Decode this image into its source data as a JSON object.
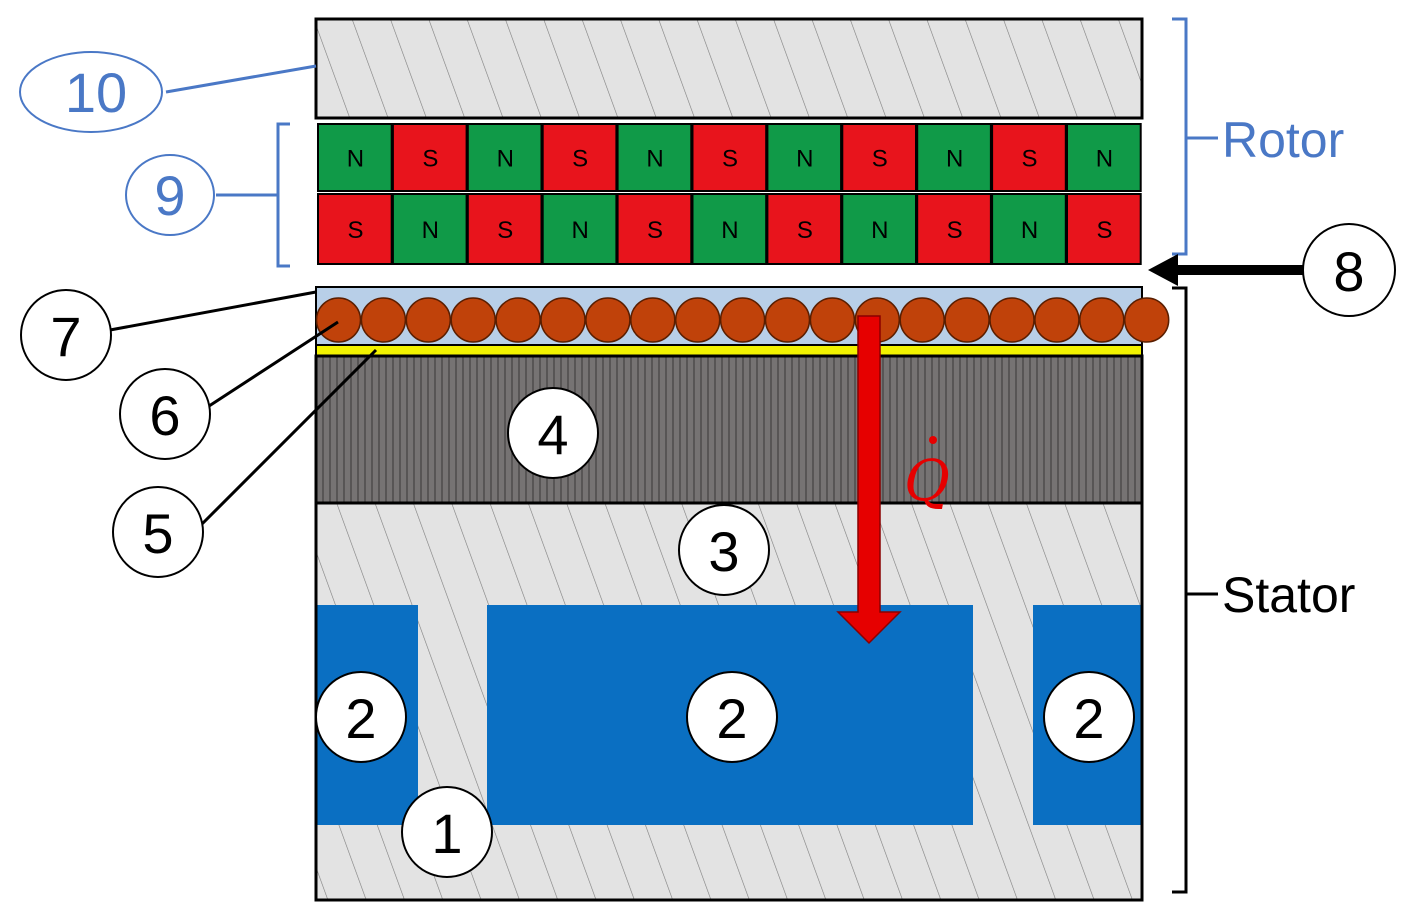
{
  "labels": {
    "rotor": "Rotor",
    "stator": "Stator",
    "heat_flux": "Q",
    "n10": "10",
    "n9": "9",
    "n8": "8",
    "n7": "7",
    "n6": "6",
    "n5": "5",
    "n4": "4",
    "n3": "3",
    "n2a": "2",
    "n2b": "2",
    "n2c": "2",
    "n1": "1"
  },
  "magnets": {
    "top_row": [
      "N",
      "S",
      "N",
      "S",
      "N",
      "S",
      "N",
      "S",
      "N",
      "S",
      "N"
    ],
    "bottom_row": [
      "S",
      "N",
      "S",
      "N",
      "S",
      "N",
      "S",
      "N",
      "S",
      "N",
      "S"
    ]
  },
  "colors": {
    "magnet_N": "#109a48",
    "magnet_S": "#e8141c",
    "coolant": "#0a6fc2",
    "conductor": "#c0420a",
    "insulation_strip": "#f2f200",
    "potting": "#b8cfe8",
    "core_laminate": "#767373",
    "hatch_fill": "#e3e3e3",
    "rotor_blue": "#4a78c6",
    "heat_arrow": "#e60000"
  }
}
